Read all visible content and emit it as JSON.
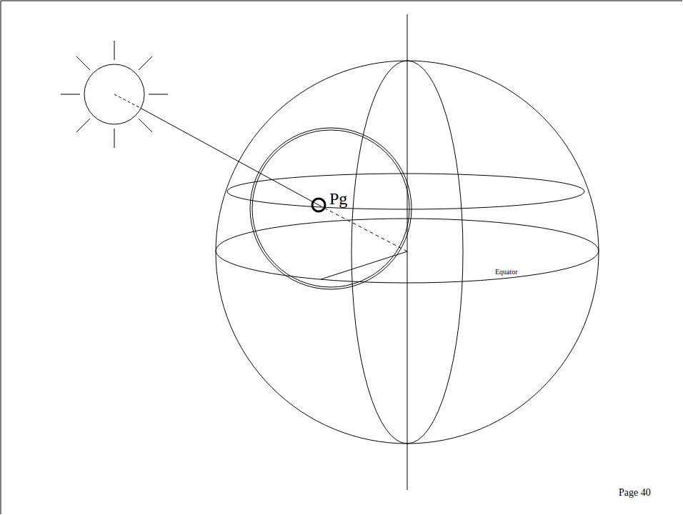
{
  "diagram": {
    "labels": [
      "Pg",
      "Equator",
      "Page 40"
    ]
  }
}
